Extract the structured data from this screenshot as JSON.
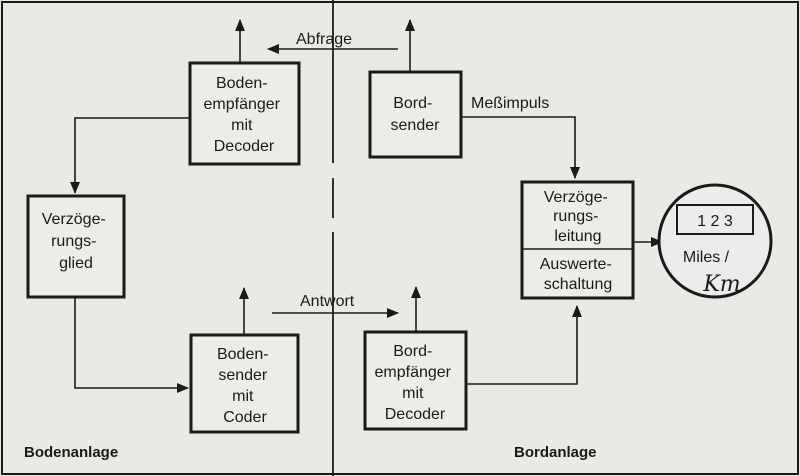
{
  "diagram": {
    "sections": {
      "ground": "Bodenanlage",
      "board": "Bordanlage"
    },
    "boxes": {
      "ground_receiver": [
        "Boden-",
        "empfänger",
        "mit",
        "Decoder"
      ],
      "board_transmitter": [
        "Bord-",
        "sender"
      ],
      "delay_element": [
        "Verzöge-",
        "rungs-",
        "glied"
      ],
      "delay_line": [
        "Verzöge-",
        "rungs-",
        "leitung"
      ],
      "evaluation_circuit": [
        "Auswerte-",
        "schaltung"
      ],
      "ground_transmitter": [
        "Boden-",
        "sender",
        "mit",
        "Coder"
      ],
      "board_receiver": [
        "Bord-",
        "empfänger",
        "mit",
        "Decoder"
      ]
    },
    "signals": {
      "query": "Abfrage",
      "pulse": "Meßimpuls",
      "answer": "Antwort"
    },
    "display": {
      "digits": "1 2 3",
      "unit_printed": "Miles /",
      "unit_hand": "Km"
    }
  }
}
